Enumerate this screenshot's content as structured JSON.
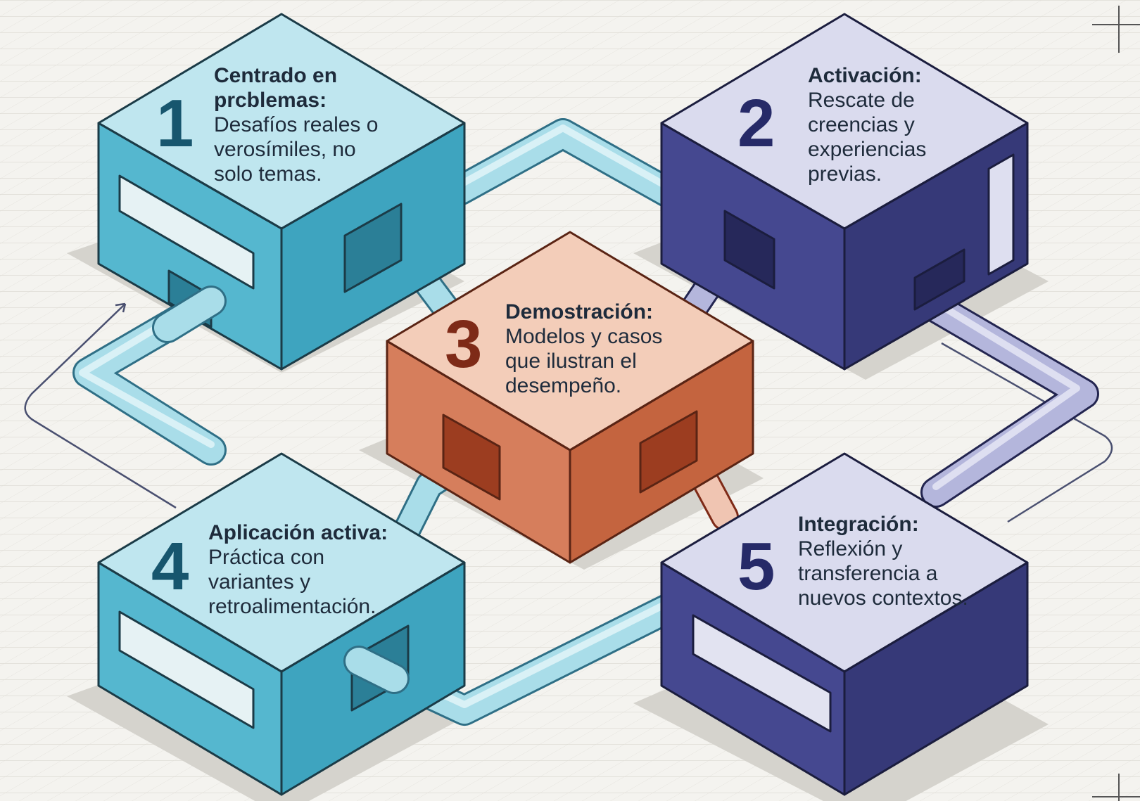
{
  "colors": {
    "background": "#f4f3ef",
    "teal": "#5fc0d6",
    "navy": "#3d3f80",
    "orange": "#cf6f4e",
    "teal_number": "#17566e",
    "navy_number": "#262a68",
    "orange_number": "#7e2a17"
  },
  "steps": [
    {
      "number": "1",
      "title": "Centrado en prcblemas:",
      "desc": "Desafíos reales o verosímiles, no solo temas.",
      "color": "teal"
    },
    {
      "number": "2",
      "title": "Activación:",
      "desc": "Rescate de creencias y experiencias previas.",
      "color": "navy"
    },
    {
      "number": "3",
      "title": "Demostración:",
      "desc": "Modelos y casos que ilustran el desempeño.",
      "color": "orange"
    },
    {
      "number": "4",
      "title": "Aplicación activa:",
      "desc": "Práctica con variantes y retroalimentación.",
      "color": "teal"
    },
    {
      "number": "5",
      "title": "Integración:",
      "desc": "Reflexión y transferencia a nuevos contextos.",
      "color": "navy"
    }
  ]
}
